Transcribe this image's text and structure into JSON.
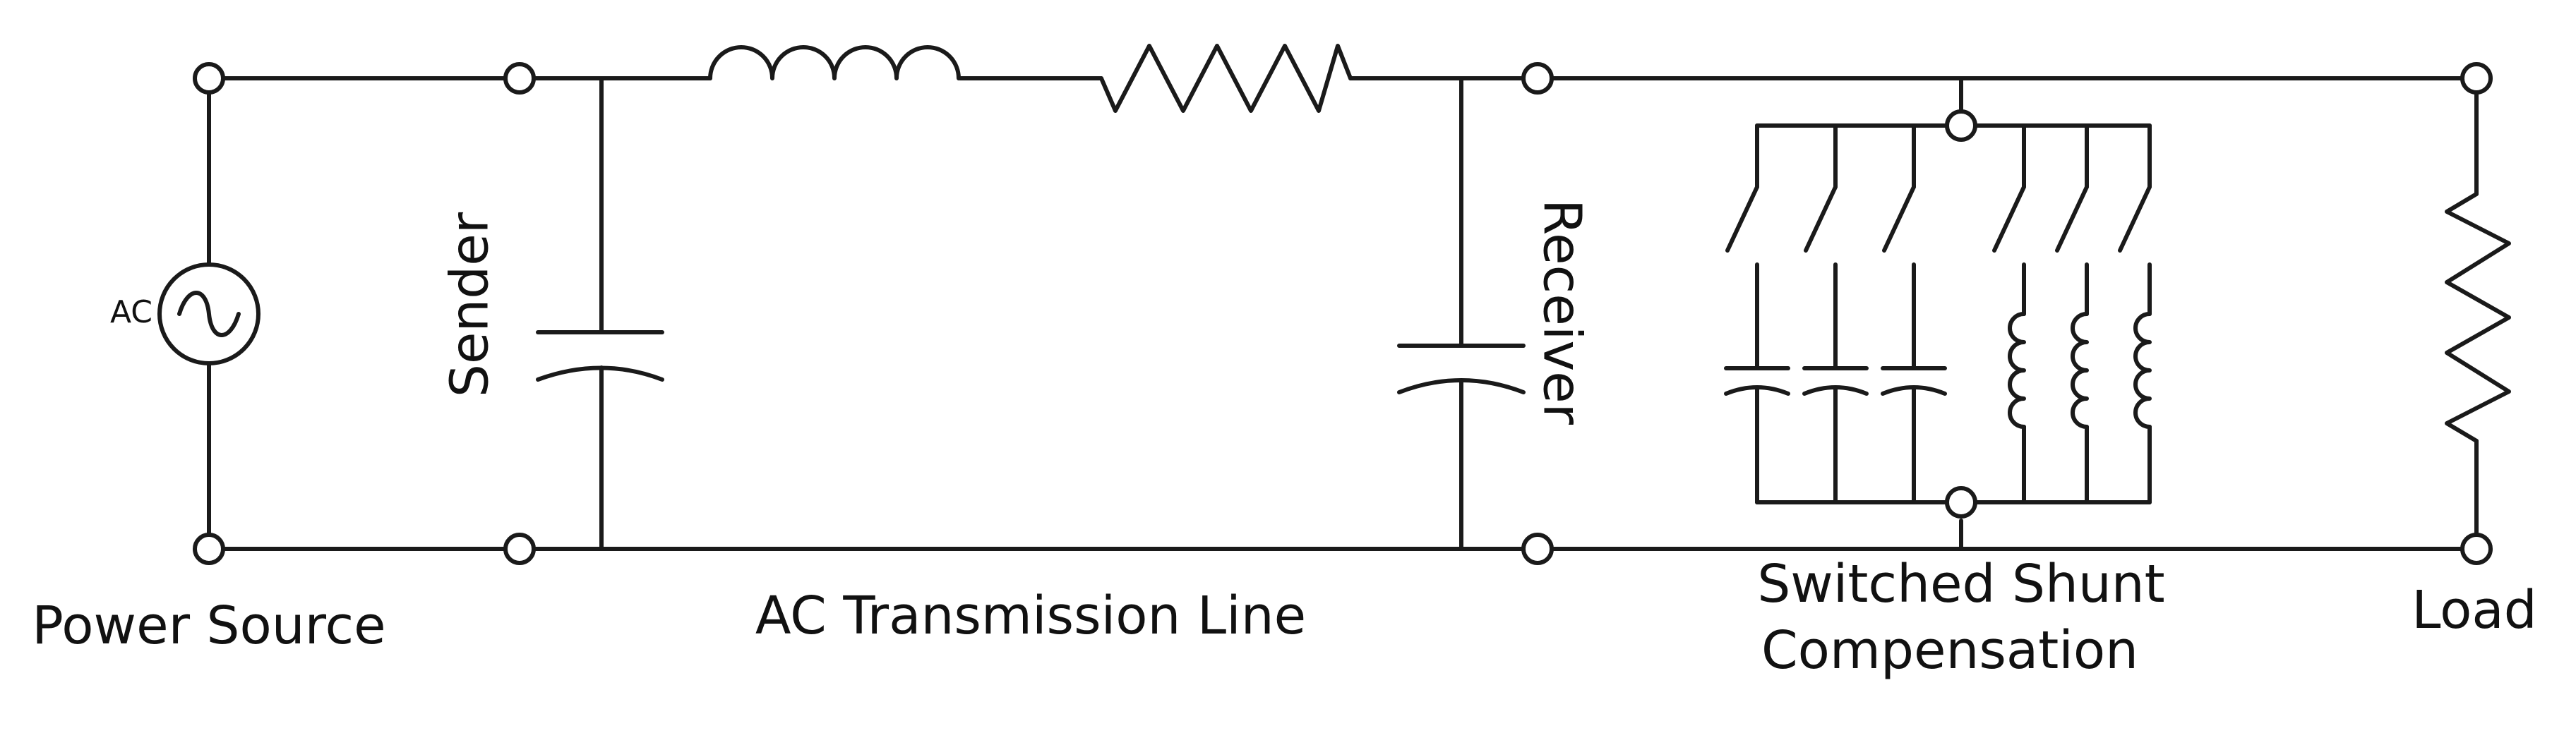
{
  "labels": {
    "power_source": "Power Source",
    "ac": "AC",
    "sender": "Sender",
    "transmission_line": "AC Transmission Line",
    "receiver": "Receiver",
    "compensation_line1": "Switched Shunt",
    "compensation_line2": "Compensation",
    "load": "Load"
  },
  "colors": {
    "line": "#1a1a1a",
    "background": "#ffffff",
    "text": "#111111"
  }
}
